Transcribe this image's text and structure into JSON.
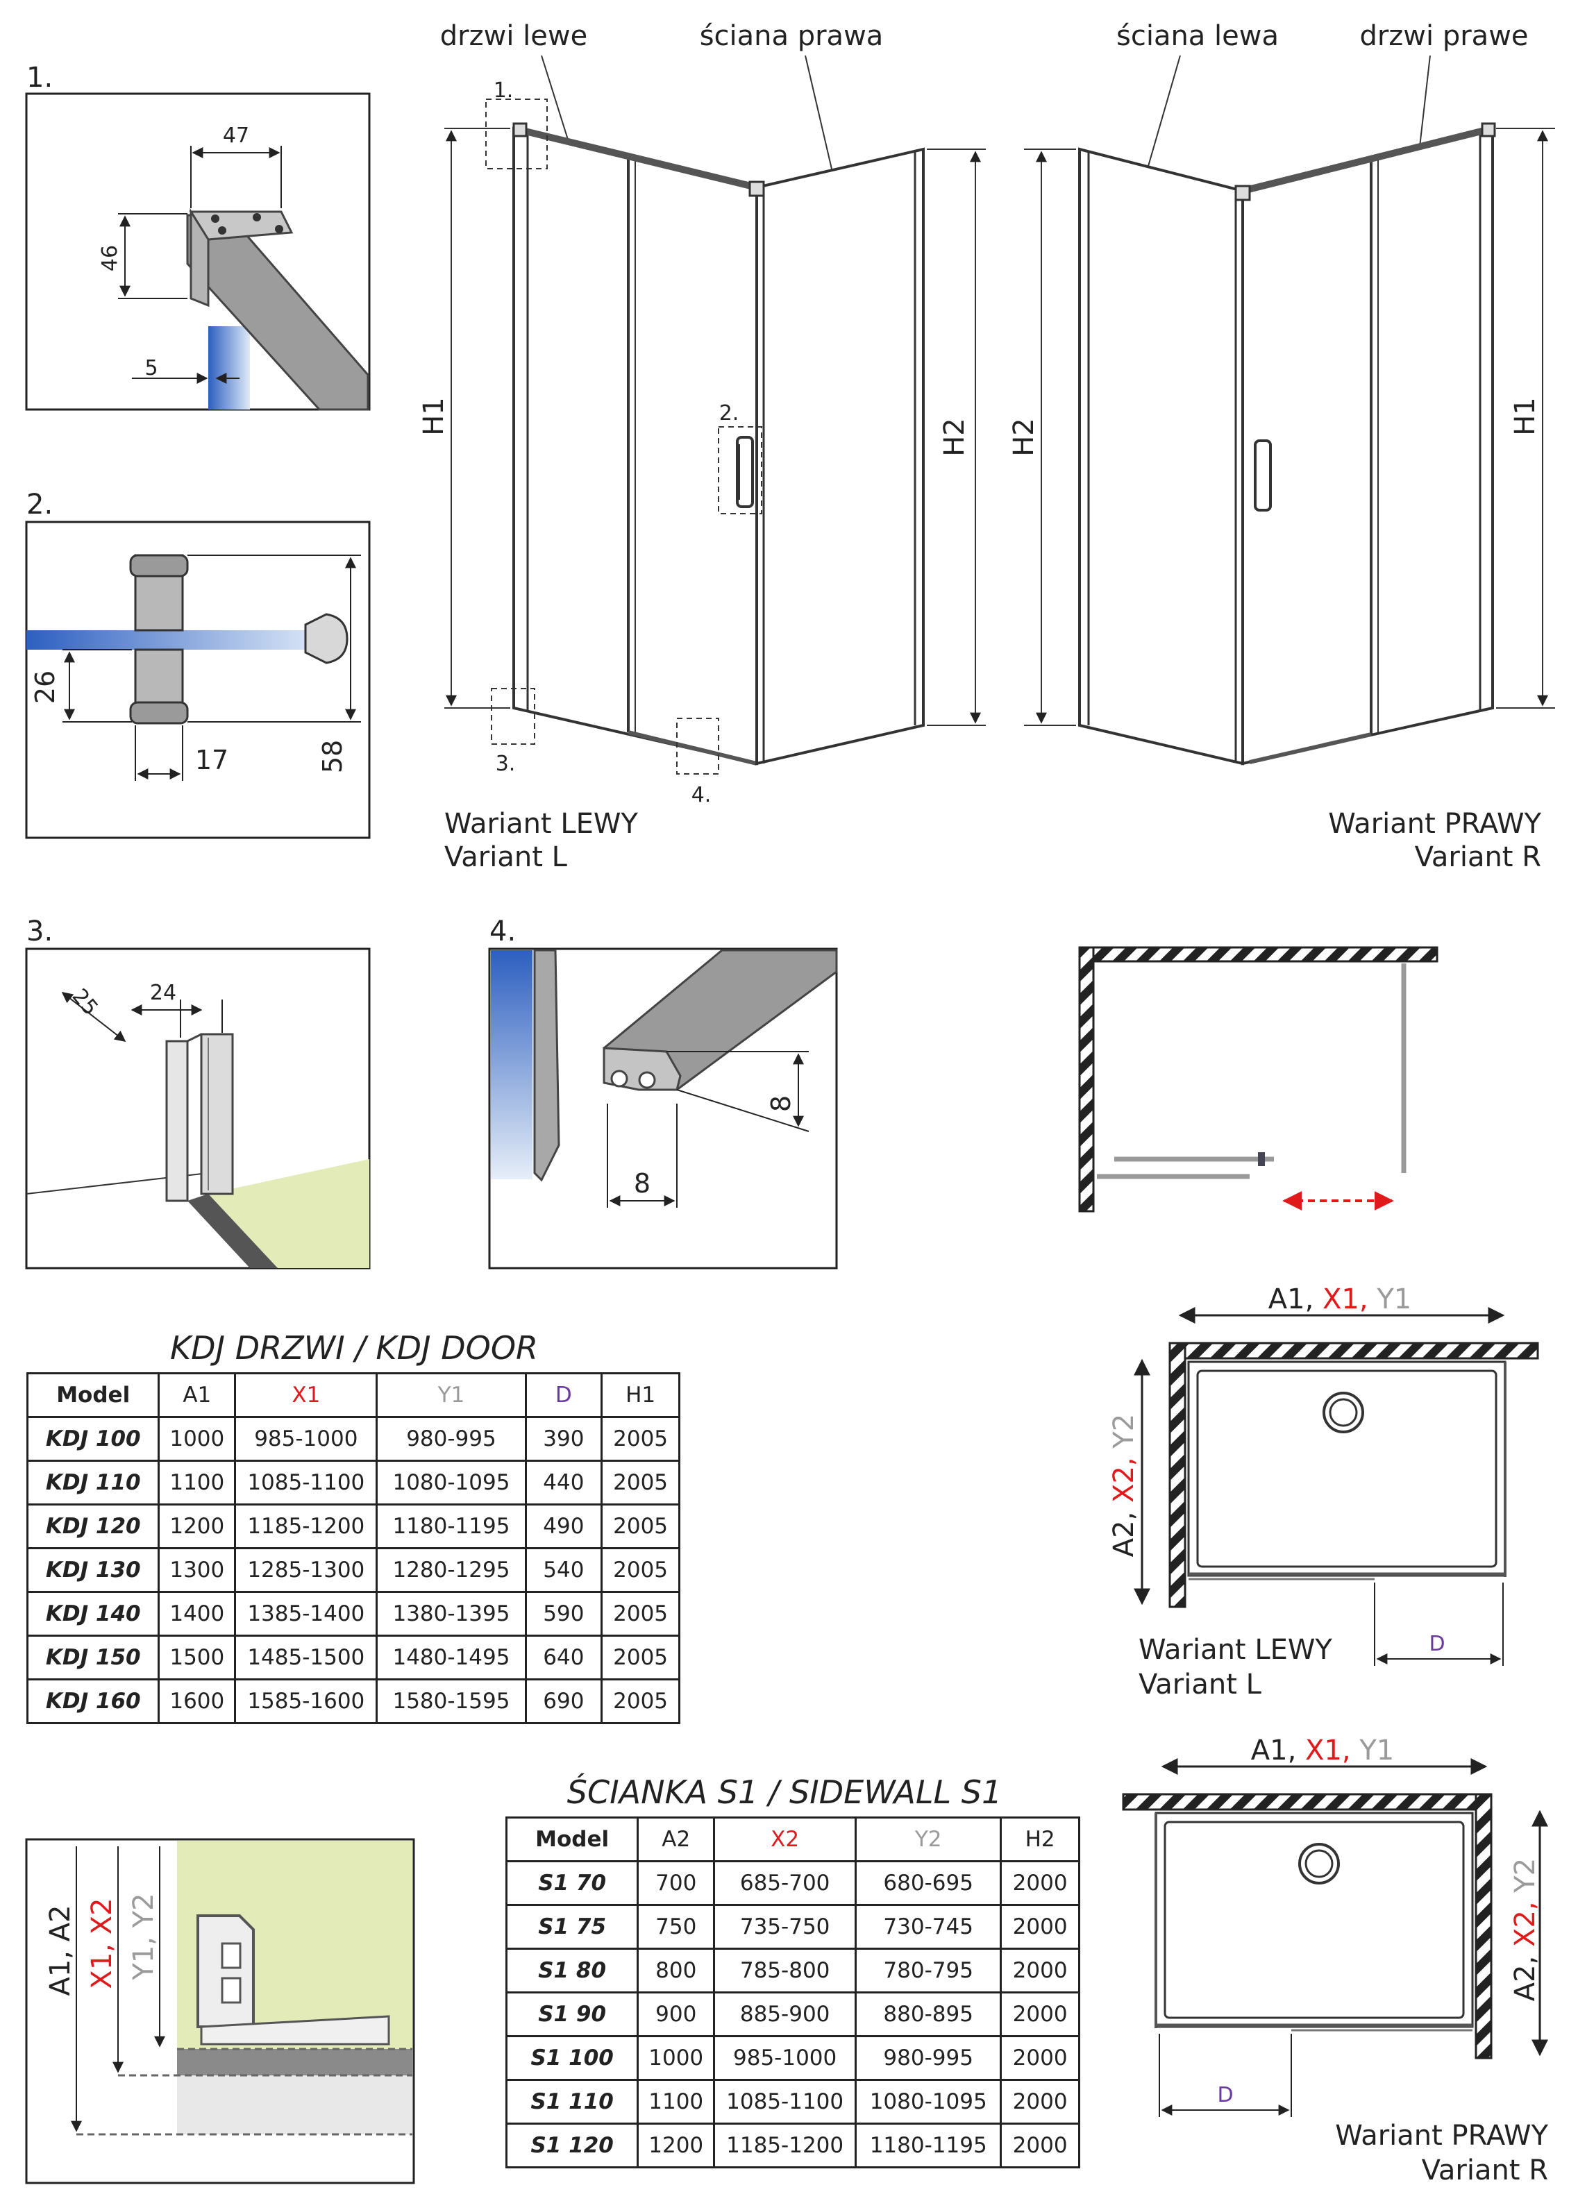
{
  "details": {
    "d1": {
      "num": "1.",
      "w": "47",
      "h": "46",
      "gap": "5"
    },
    "d2": {
      "num": "2.",
      "a": "26",
      "b": "17",
      "c": "58"
    },
    "d3": {
      "num": "3.",
      "a": "25",
      "b": "24"
    },
    "d4": {
      "num": "4.",
      "a": "8",
      "b": "8"
    }
  },
  "left_view": {
    "drzwi": "drzwi lewe",
    "sciana": "ściana prawa",
    "h1": "H1",
    "h2": "H2",
    "c1": "1.",
    "c2": "2.",
    "c3": "3.",
    "c4": "4.",
    "cap1": "Wariant LEWY",
    "cap2": "Variant L"
  },
  "right_view": {
    "sciana": "ściana lewa",
    "drzwi": "drzwi prawe",
    "h1": "H1",
    "h2": "H2",
    "cap1": "Wariant PRAWY",
    "cap2": "Variant R"
  },
  "plan_left": {
    "a": "A1, ",
    "x": "X1, ",
    "y": "Y1",
    "a2": "A2, ",
    "x2": "X2, ",
    "y2": "Y2",
    "d": "D",
    "cap1": "Wariant LEWY",
    "cap2": "Variant L"
  },
  "plan_right": {
    "a": "A1, ",
    "x": "X1, ",
    "y": "Y1",
    "a2": "A2, ",
    "x2": "X2, ",
    "y2": "Y2",
    "d": "D",
    "cap1": "Wariant PRAWY",
    "cap2": "Variant R"
  },
  "profile": {
    "a": "A1, A2",
    "x": "X1, X2",
    "y": "Y1, Y2"
  },
  "kdj": {
    "title": "KDJ DRZWI / KDJ DOOR",
    "headers": [
      "Model",
      "A1",
      "X1",
      "Y1",
      "D",
      "H1"
    ],
    "rows": [
      [
        "KDJ 100",
        "1000",
        "985-1000",
        "980-995",
        "390",
        "2005"
      ],
      [
        "KDJ 110",
        "1100",
        "1085-1100",
        "1080-1095",
        "440",
        "2005"
      ],
      [
        "KDJ 120",
        "1200",
        "1185-1200",
        "1180-1195",
        "490",
        "2005"
      ],
      [
        "KDJ 130",
        "1300",
        "1285-1300",
        "1280-1295",
        "540",
        "2005"
      ],
      [
        "KDJ 140",
        "1400",
        "1385-1400",
        "1380-1395",
        "590",
        "2005"
      ],
      [
        "KDJ 150",
        "1500",
        "1485-1500",
        "1480-1495",
        "640",
        "2005"
      ],
      [
        "KDJ 160",
        "1600",
        "1585-1600",
        "1580-1595",
        "690",
        "2005"
      ]
    ]
  },
  "s1": {
    "title": "ŚCIANKA S1 / SIDEWALL S1",
    "headers": [
      "Model",
      "A2",
      "X2",
      "Y2",
      "H2"
    ],
    "rows": [
      [
        "S1 70",
        "700",
        "685-700",
        "680-695",
        "2000"
      ],
      [
        "S1 75",
        "750",
        "735-750",
        "730-745",
        "2000"
      ],
      [
        "S1 80",
        "800",
        "785-800",
        "780-795",
        "2000"
      ],
      [
        "S1 90",
        "900",
        "885-900",
        "880-895",
        "2000"
      ],
      [
        "S1 100",
        "1000",
        "985-1000",
        "980-995",
        "2000"
      ],
      [
        "S1 110",
        "1100",
        "1085-1100",
        "1080-1095",
        "2000"
      ],
      [
        "S1 120",
        "1200",
        "1185-1200",
        "1180-1195",
        "2000"
      ]
    ]
  }
}
